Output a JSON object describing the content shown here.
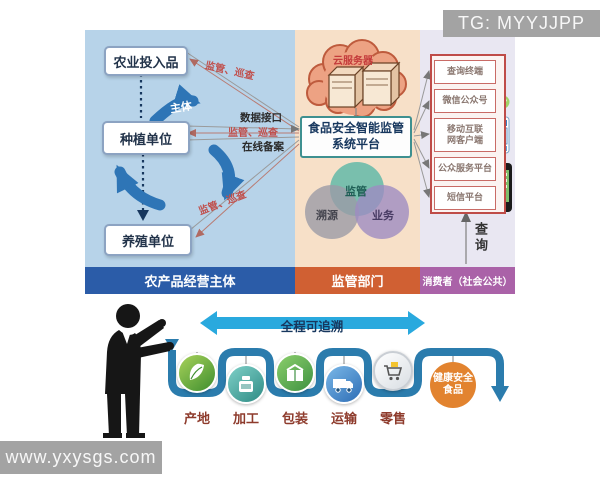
{
  "overlays": {
    "tg_banner": "TG: MYYJJPP",
    "watermark": "www.yxysgs.com"
  },
  "diagram": {
    "producers": {
      "title": "农产品经营主体",
      "boxes": [
        "农业投入品",
        "种植单位",
        "养殖单位"
      ],
      "cycle_label": "主体",
      "supervision_labels": [
        "监管、巡查",
        "监管、巡查",
        "监管、巡查"
      ],
      "data_interface_label": "数据接口",
      "online_record_label": "在线备案"
    },
    "regulator": {
      "title": "监管部门",
      "cloud_label": "云服务器",
      "platform_label": "食品安全智能监管系统平台",
      "venn": [
        "监管",
        "溯源",
        "业务"
      ]
    },
    "consumers": {
      "title": "消费者（社会公共）",
      "channels": [
        "查询终端",
        "微信公众号",
        "移动互联网客户端",
        "公众服务平台",
        "短信平台"
      ],
      "query_label": "查询"
    }
  },
  "traceability": {
    "arrow_label": "全程可追溯",
    "stations": [
      "产地",
      "加工",
      "包装",
      "运输",
      "零售"
    ],
    "result_label": "健康安全食品"
  },
  "colors": {
    "producers_bg": "#B7D3E9",
    "regulator_bg": "#F7E0C8",
    "consumers_bg": "#E9E7F2",
    "producers_bar": "#2B5CA8",
    "regulator_bar": "#D06033",
    "consumers_bar": "#AA62A8",
    "supervision_text": "#C0504D",
    "platform_border": "#3E9090",
    "channel_border": "#BF4C48",
    "trace_arrow": "#29A9DE",
    "trace_path": "#2B7CAD",
    "result_circle": "#E2832F",
    "banner_bg": "#A3A3A3"
  }
}
